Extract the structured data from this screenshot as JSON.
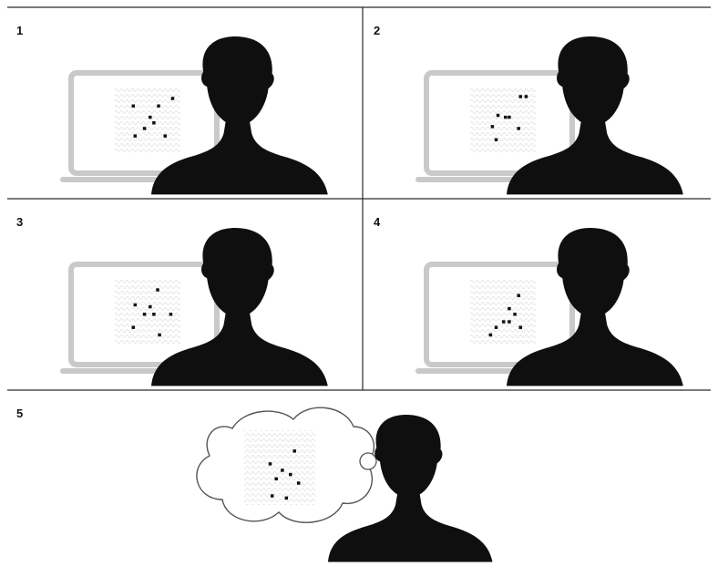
{
  "colors": {
    "background": "#ffffff",
    "divider": "#2b2b2b",
    "silhouette": "#0f0f0f",
    "monitor": "#c9c9c9",
    "monitor_dark": "#a9a9a9",
    "stimulus_dot": "#111111",
    "stimulus_noise": "#dcdcdc",
    "thought_bubble": "#555555"
  },
  "panels": [
    {
      "number": "1",
      "scene": "viewer-at-monitor",
      "stimulus": "dot-pattern"
    },
    {
      "number": "2",
      "scene": "viewer-at-monitor",
      "stimulus": "dot-pattern"
    },
    {
      "number": "3",
      "scene": "viewer-at-monitor",
      "stimulus": "dot-pattern"
    },
    {
      "number": "4",
      "scene": "viewer-at-monitor",
      "stimulus": "dot-pattern"
    },
    {
      "number": "5",
      "scene": "viewer-imagining",
      "stimulus": "dot-pattern-in-thought-bubble"
    }
  ],
  "icons": [
    "person-silhouette-icon",
    "monitor-icon",
    "dot-pattern-icon",
    "thought-bubble-icon"
  ]
}
